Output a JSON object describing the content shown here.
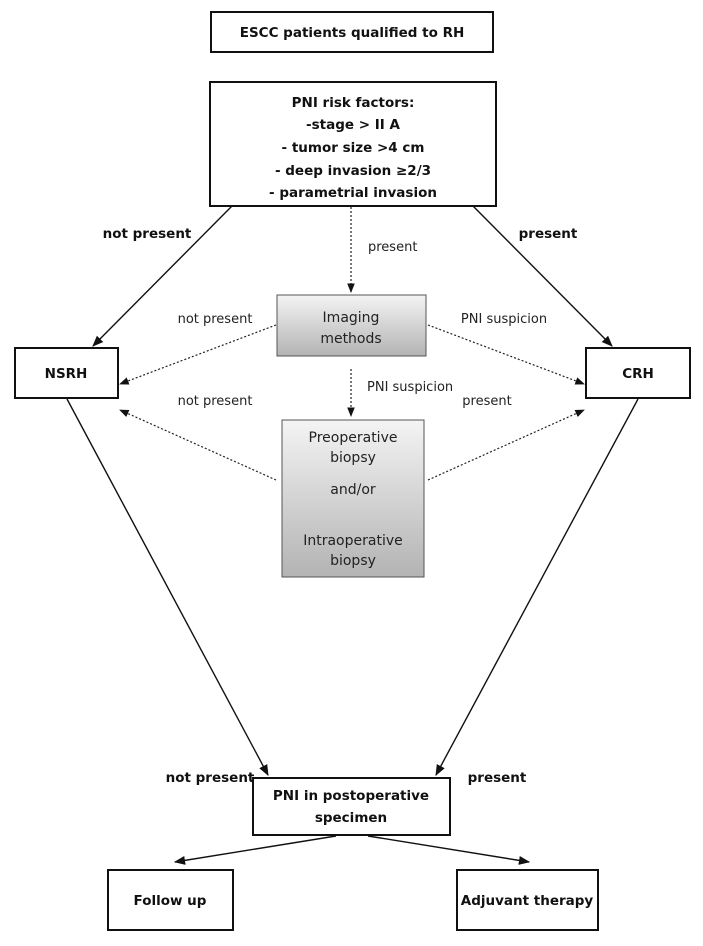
{
  "nodes": {
    "start": "ESCC patients qualified to RH",
    "risk_factors": {
      "title": "PNI risk factors:",
      "items": [
        "-stage > II A",
        "- tumor size >4 cm",
        "- deep invasion ≥2/3",
        "- parametrial invasion"
      ]
    },
    "imaging": [
      "Imaging",
      "methods"
    ],
    "biopsy": [
      "Preoperative",
      "biopsy",
      "and/or",
      "Intraoperative",
      "biopsy"
    ],
    "nsrh": "NSRH",
    "crh": "CRH",
    "pni_post": [
      "PNI in postoperative",
      "specimen"
    ],
    "follow_up": "Follow up",
    "adjuvant": "Adjuvant therapy"
  },
  "edge_labels": {
    "risk_to_nsrh": "not present",
    "risk_to_crh": "present",
    "risk_to_imaging": "present",
    "imaging_to_nsrh": "not present",
    "imaging_to_crh": "PNI suspicion",
    "imaging_to_biopsy": "PNI suspicion",
    "biopsy_to_nsrh": "not present",
    "biopsy_to_crh": "present",
    "post_to_follow": "not present",
    "post_to_adjuvant": "present"
  },
  "colors": {
    "box_gradient_top": "#f2f2f2",
    "box_gradient_bottom": "#b5b5b5"
  }
}
